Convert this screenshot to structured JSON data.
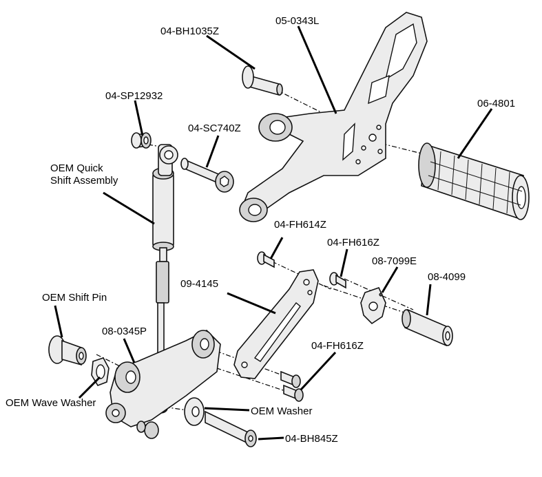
{
  "labels": {
    "bh1035z": "04-BH1035Z",
    "p05_0343l": "05-0343L",
    "sp12932": "04-SP12932",
    "sc740z": "04-SC740Z",
    "p06_4801": "06-4801",
    "oem_quick_1": "OEM Quick",
    "oem_quick_2": "Shift Assembly",
    "fh614z": "04-FH614Z",
    "fh616z_a": "04-FH616Z",
    "p08_7099e": "08-7099E",
    "p09_4145": "09-4145",
    "p08_4099": "08-4099",
    "oem_shift_pin": "OEM Shift Pin",
    "p08_0345p": "08-0345P",
    "fh616z_b": "04-FH616Z",
    "oem_wave_washer": "OEM Wave Washer",
    "oem_washer": "OEM Washer",
    "bh845z": "04-BH845Z"
  }
}
